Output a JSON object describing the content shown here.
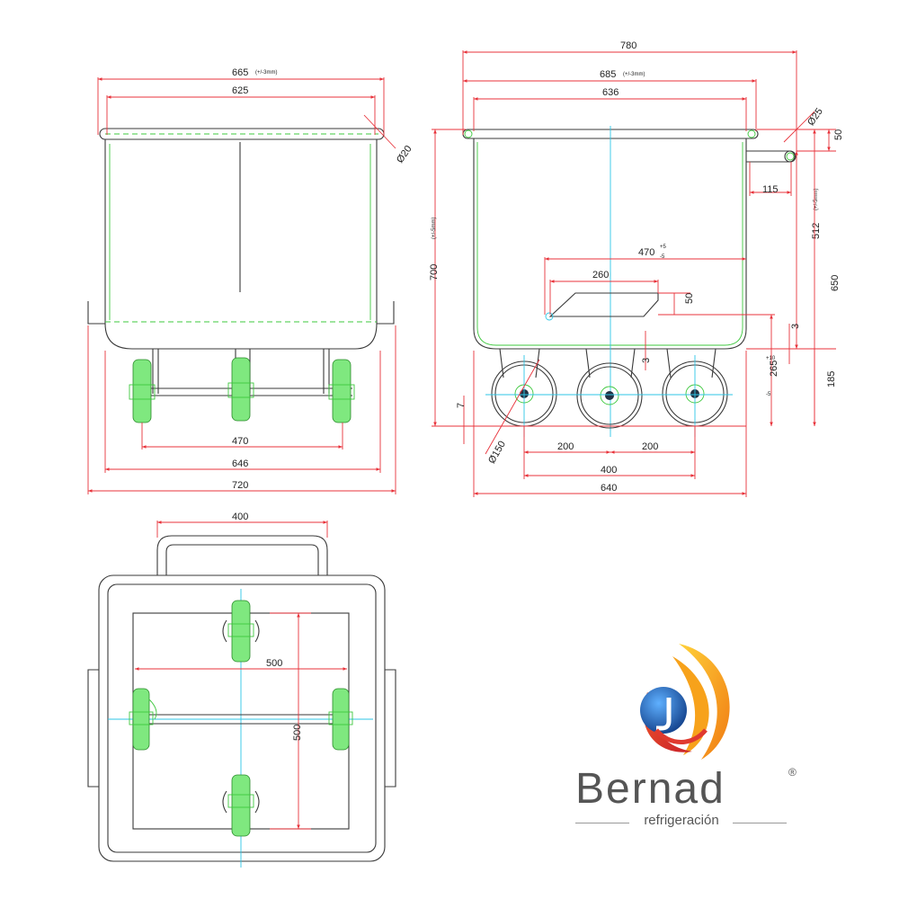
{
  "front_view": {
    "dims": {
      "top_outer": "665",
      "top_outer_tol": "(+/-3mm)",
      "top_inner": "625",
      "rim_diameter": "Ø20",
      "wheel_spacing": "470",
      "base_width": "646",
      "overall_width": "720"
    }
  },
  "side_view": {
    "dims": {
      "overall_length": "780",
      "top_outer": "685",
      "top_outer_tol": "(+/-3mm)",
      "top_inner": "636",
      "handle_diameter": "Ø25",
      "handle_drop": "50",
      "handle_offset": "115",
      "inner_height": "512",
      "inner_height_tol": "(+/-5mm)",
      "total_height": "700",
      "total_height_tol": "(+/-5mm)",
      "height_650": "650",
      "drain_width": "470",
      "drain_width_tol_top": "+5",
      "drain_width_tol_bottom": "-5",
      "drain_length": "260",
      "drain_height": "50",
      "gap_3a": "3",
      "gap_3b": "3",
      "wheel_height": "265",
      "wheel_height_tol_top": "+10",
      "wheel_height_tol_bottom": "-5",
      "bottom_clearance": "185",
      "ground_gap": "7",
      "wheel_diameter": "Ø150",
      "wheel_spacing_left": "200",
      "wheel_spacing_right": "200",
      "wheel_span": "400",
      "base_length": "640"
    }
  },
  "top_view": {
    "dims": {
      "handle_width": "400",
      "frame_width": "500",
      "frame_depth": "500"
    }
  },
  "brand": {
    "name": "Bernad",
    "registered": "®",
    "tagline": "refrigeración"
  },
  "colors": {
    "dimension": "#e8333b",
    "outline": "#3a3a3a",
    "hidden": "#3ec83e",
    "centerline": "#2cc6e6",
    "logo_red": "#e03a2f",
    "logo_orange": "#f7a21b",
    "logo_blue": "#1f6fc4"
  }
}
